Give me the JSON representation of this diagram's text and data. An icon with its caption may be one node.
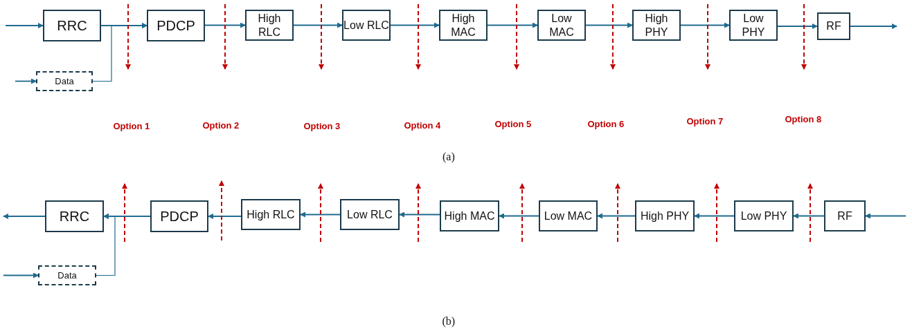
{
  "diagram": {
    "nodes": [
      {
        "text": [
          "RRC"
        ]
      },
      {
        "text": [
          "PDCP"
        ]
      },
      {
        "text": [
          "High RLC"
        ]
      },
      {
        "text": [
          "Low RLC"
        ]
      },
      {
        "text": [
          "High MAC"
        ]
      },
      {
        "text": [
          "Low MAC"
        ]
      },
      {
        "text": [
          "High PHY"
        ]
      },
      {
        "text": [
          "Low PHY"
        ]
      },
      {
        "text": [
          "RF"
        ]
      },
      {
        "text": [
          "Data"
        ]
      },
      {
        "text": [
          "RRC"
        ]
      },
      {
        "text": [
          "PDCP"
        ]
      },
      {
        "text": [
          "High RLC"
        ]
      },
      {
        "text": [
          "Low RLC"
        ]
      },
      {
        "text": [
          "High MAC"
        ]
      },
      {
        "text": [
          "Low MAC"
        ]
      },
      {
        "text": [
          "High PHY"
        ]
      },
      {
        "text": [
          "Low PHY"
        ]
      },
      {
        "text": [
          "RF"
        ]
      },
      {
        "text": [
          "Data"
        ]
      }
    ],
    "edges": [
      {
        "from": null,
        "to": 0,
        "arrow": "to"
      },
      {
        "from": 0,
        "to": 1,
        "arrow": "to"
      },
      {
        "from": 1,
        "to": 2,
        "arrow": "to"
      },
      {
        "from": 2,
        "to": 3,
        "arrow": "to"
      },
      {
        "from": 3,
        "to": 4,
        "arrow": "to"
      },
      {
        "from": 4,
        "to": 5,
        "arrow": "to"
      },
      {
        "from": 5,
        "to": 6,
        "arrow": "to"
      },
      {
        "from": 6,
        "to": 7,
        "arrow": "to"
      },
      {
        "from": 7,
        "to": 8,
        "arrow": "to"
      },
      {
        "from": 8,
        "to": null,
        "arrow": "to"
      },
      {
        "from": null,
        "to": 9,
        "arrow": "to"
      },
      {
        "from": 9,
        "to": 1,
        "arrow": "to"
      },
      {
        "from": null,
        "to": 18,
        "arrow": "to"
      },
      {
        "from": 18,
        "to": 17,
        "arrow": "to"
      },
      {
        "from": 17,
        "to": 16,
        "arrow": "to"
      },
      {
        "from": 16,
        "to": 15,
        "arrow": "to"
      },
      {
        "from": 15,
        "to": 14,
        "arrow": "to"
      },
      {
        "from": 14,
        "to": 13,
        "arrow": "to"
      },
      {
        "from": 13,
        "to": 12,
        "arrow": "to"
      },
      {
        "from": 12,
        "to": 11,
        "arrow": "to"
      },
      {
        "from": 11,
        "to": 10,
        "arrow": "to"
      },
      {
        "from": 10,
        "to": null,
        "arrow": "to"
      },
      {
        "from": null,
        "to": 19,
        "arrow": "to"
      },
      {
        "from": 19,
        "to": 10,
        "arrow": "to"
      }
    ],
    "labels": [
      "Option 1",
      "Option 2",
      "Option 3",
      "Option 4",
      "Option 5",
      "Option 6",
      "Option 7",
      "Option 8",
      "(a)",
      "(b)"
    ]
  }
}
